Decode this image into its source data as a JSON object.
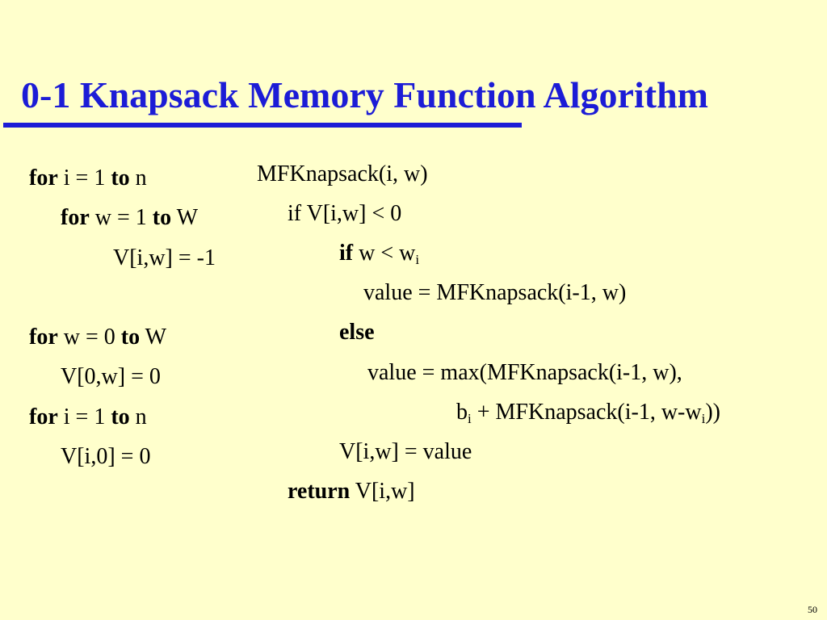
{
  "title": "0-1 Knapsack Memory Function Algorithm",
  "page_number": "50",
  "init_code": {
    "line1": {
      "kw1": "for",
      "t1": " i = 1 ",
      "kw2": "to",
      "t2": " n"
    },
    "line2": {
      "kw1": "for",
      "t1": " w = 1 ",
      "kw2": "to",
      "t2": " W"
    },
    "line3": {
      "t1": "V[i,w] = -1"
    },
    "line4": {
      "kw1": "for",
      "t1": " w = 0 ",
      "kw2": "to",
      "t2": " W"
    },
    "line5": {
      "t1": "V[0,w] = 0"
    },
    "line6": {
      "kw1": "for",
      "t1": " i = 1 ",
      "kw2": "to",
      "t2": " n"
    },
    "line7": {
      "t1": "V[i,0] = 0"
    }
  },
  "mf_code": {
    "line1": {
      "t1": "MFKnapsack(i, w)"
    },
    "line2": {
      "t1": "if V[i,w] < 0"
    },
    "line3": {
      "kw1": "if",
      "t1": " w < w",
      "sub1": "i"
    },
    "line4": {
      "t1": "value = MFKnapsack(i-1, w)"
    },
    "line5": {
      "kw1": "else"
    },
    "line6": {
      "t1": "value = max(MFKnapsack(i-1, w),"
    },
    "line7": {
      "t1": "b",
      "sub1": "i",
      "t2": " + MFKnapsack(i-1, w-w",
      "sub2": "i",
      "t3": "))"
    },
    "line8": {
      "t1": "V[i,w] = value"
    },
    "line9": {
      "kw1": "return",
      "t1": " V[i,w]"
    }
  }
}
